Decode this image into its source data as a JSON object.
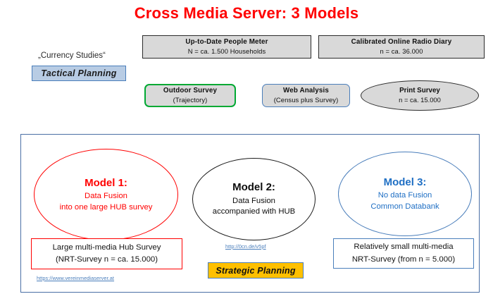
{
  "title": "Cross Media Server: 3 Models",
  "left_labels": {
    "currency_studies": "„Currency Studies“",
    "tactical_planning": "Tactical  Planning"
  },
  "sources": {
    "people_meter": {
      "title": "Up-to-Date People Meter",
      "subtitle": "N = ca. 1.500 Households"
    },
    "radio_diary": {
      "title": "Calibrated  Online Radio  Diary",
      "subtitle": "n = ca. 36.000"
    },
    "outdoor_survey": {
      "title": "Outdoor Survey",
      "subtitle": "(Trajectory)"
    },
    "web_analysis": {
      "title": "Web Analysis",
      "subtitle": "(Census plus Survey)"
    },
    "print_survey": {
      "title": "Print Survey",
      "subtitle": "n = ca. 15.000"
    }
  },
  "models": [
    {
      "head": "Model 1:",
      "line1": "Data Fusion",
      "line2": "into one large HUB survey",
      "color": "#FF0000"
    },
    {
      "head": "Model 2:",
      "line1": "Data Fusion",
      "line2": "accompanied with HUB",
      "color": "#0D0D0D"
    },
    {
      "head": "Model 3:",
      "line1": "No data Fusion",
      "line2": "Common Databank",
      "color": "#1F6FC4"
    }
  ],
  "outputs": {
    "hub_survey": {
      "line1": "Large multi-media Hub Survey",
      "line2": "(NRT-Survey  n = ca. 15.000)"
    },
    "small_survey": {
      "line1": "Relatively small multi-media",
      "line2": "NRT-Survey (from n = 5.000)"
    }
  },
  "links": {
    "verein": "https://www.vereinmediaserver.at",
    "short": "http://0cn.de/v5pf"
  },
  "strategic_planning": "Strategic Planning",
  "colors": {
    "title_red": "#FF0000",
    "tactical_fill": "#B8CCE4",
    "strategic_fill": "#FFC000",
    "panel_border": "#4A6FA5",
    "box_fill": "#D9D9D9",
    "green_border": "#00A933",
    "blue_border": "#4A7EBB"
  }
}
